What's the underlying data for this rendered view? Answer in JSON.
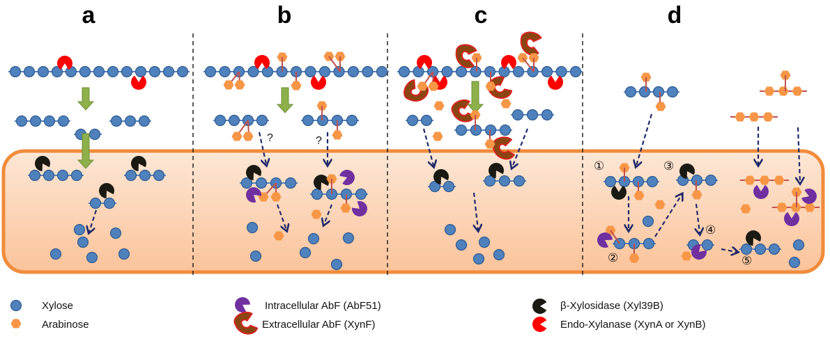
{
  "figure": {
    "panels": [
      {
        "id": "a",
        "label": "a"
      },
      {
        "id": "b",
        "label": "b"
      },
      {
        "id": "c",
        "label": "c"
      },
      {
        "id": "d",
        "label": "d"
      }
    ],
    "unknown_marker": "?",
    "step_numbers": [
      "①",
      "②",
      "③",
      "④",
      "⑤"
    ],
    "colors": {
      "xylose": "#4f81bd",
      "xylose_stroke": "#2e5a8e",
      "arabinose": "#f79646",
      "backbone": "#4f81bd",
      "ara_backbone": "#c0504d",
      "endo_xylanase": "#ff0000",
      "beta_xylosidase": "#1a1a12",
      "intracellular_abf": "#7030a0",
      "extracellular_abf": "#8b4513",
      "extracellular_abf_outline": "#e02020",
      "cell_membrane": "#f08c3c",
      "cell_fill_top": "#fde7d6",
      "cell_fill_bottom": "#fbc39a",
      "process_arrow": "#8db04b",
      "transport_arrow": "#1f2a6b"
    }
  },
  "legend": {
    "items": [
      {
        "key": "xylose",
        "label": "Xylose"
      },
      {
        "key": "arabinose",
        "label": "Arabinose"
      },
      {
        "key": "intracellular_abf",
        "label": "Intracellular AbF (AbF51)"
      },
      {
        "key": "extracellular_abf",
        "label": "Extracellular AbF (XynF)"
      },
      {
        "key": "beta_xylosidase",
        "label": "β-Xylosidase (Xyl39B)"
      },
      {
        "key": "endo_xylanase",
        "label": "Endo-Xylanase (XynA or XynB)"
      }
    ]
  }
}
